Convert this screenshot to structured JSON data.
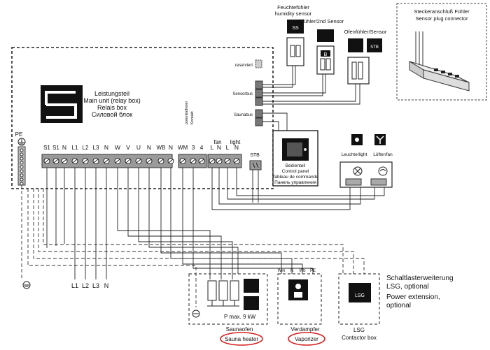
{
  "relay_box": {
    "label_de": "Leistungsteil",
    "label_en1": "Main unit (relay box)",
    "label_en2": "Relais box",
    "label_ru": "Силовой блок",
    "reserved": "reserviert",
    "sensorbus": "Sensorbus",
    "saunabus": "Saunabus",
    "potential_free_1": "potentialfreier",
    "potential_free_2": "Kontakt",
    "pe_label": "PE"
  },
  "terminals": [
    "S1",
    "S1",
    "N",
    "L1",
    "L2",
    "L3",
    "N",
    "W",
    "V",
    "U",
    "N",
    "WB",
    "N",
    "WM",
    "3",
    "4",
    "L",
    "N",
    "L",
    "N"
  ],
  "group_labels": {
    "fan": "fan",
    "light": "light",
    "stb": "STB"
  },
  "sensors": {
    "humidity_de": "Feuchtefühler",
    "humidity_en": "humidity sensor",
    "bench": "Bankfühler/2nd Sensor",
    "oven": "Ofenfühler/Sensor",
    "plug_de": "Steckeranschluß Fühler",
    "plug_en": "Sensor plug connector"
  },
  "control_panel": {
    "de": "Bedienteil",
    "en": "Control panel",
    "fr": "Tableau de commande",
    "ru": "Панель управления"
  },
  "loads": {
    "light": "Leuchte/light",
    "fan": "Lüfter/fan"
  },
  "supply": [
    "L1",
    "L2",
    "L3",
    "N"
  ],
  "heater": {
    "power": "P max. 9 kW",
    "de": "Saunaofen",
    "en": "Sauna heater"
  },
  "vaporizer": {
    "de": "Verdampfer",
    "en": "Vaporizer",
    "pins": [
      "Wm",
      "N",
      "Wb",
      "PE"
    ]
  },
  "lsg": {
    "box": "LSG",
    "name": "LSG",
    "en": "Contactor box",
    "ext_de1": "Schaltlasterweiterung",
    "ext_de2": "LSG, optional",
    "ext_en1": "Power extension,",
    "ext_en2": "optional"
  },
  "colors": {
    "line": "#222222",
    "highlight": "#d62020",
    "terminal": "#9a9a9a"
  }
}
